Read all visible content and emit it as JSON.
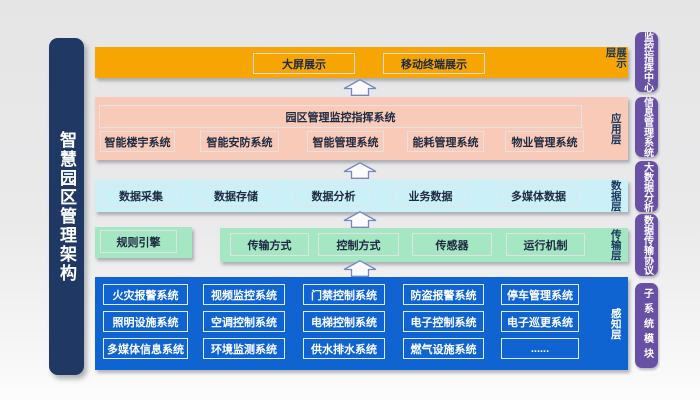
{
  "title": "智慧园区管理架构",
  "colors": {
    "banner_navy": "#1f3864",
    "presentation_orange": "#f6a502",
    "application_salmon": "#f9cab8",
    "data_cyan": "#cbf0f8",
    "transmission_green": "#a5e6c3",
    "perception_blue": "#0f64d2",
    "right_bar_purple": "#6850a4",
    "label_navy": "#17375e"
  },
  "layers": {
    "presentation": {
      "label": "展示层",
      "boxes": [
        "大屏展示",
        "移动终端展示"
      ]
    },
    "application": {
      "label": "应用层",
      "main_box": "园区管理监控指挥系统",
      "boxes": [
        "智能楼宇系统",
        "智能安防系统",
        "智能管理系统",
        "能耗管理系统",
        "物业管理系统"
      ]
    },
    "data": {
      "label": "数据层",
      "boxes": [
        "数据采集",
        "数据存储",
        "数据分析",
        "业务数据",
        "多媒体数据"
      ]
    },
    "transmission": {
      "label": "传输层",
      "rule_engine": "规则引擎",
      "boxes": [
        "传输方式",
        "控制方式",
        "传感器",
        "运行机制"
      ]
    },
    "perception": {
      "label": "感知层",
      "boxes": [
        "火灾报警系统",
        "视频监控系统",
        "门禁控制系统",
        "防盗报警系统",
        "停车管理系统",
        "照明设施系统",
        "空调控制系统",
        "电梯控制系统",
        "电子控制系统",
        "电子巡更系统",
        "多媒体信息系统",
        "环境监测系统",
        "供水排水系统",
        "燃气设施系统",
        "......"
      ]
    }
  },
  "right_bars": [
    "监控指挥中心",
    "信息管理系统",
    "大数据分析",
    "数据传输协议",
    "子系统模块"
  ]
}
